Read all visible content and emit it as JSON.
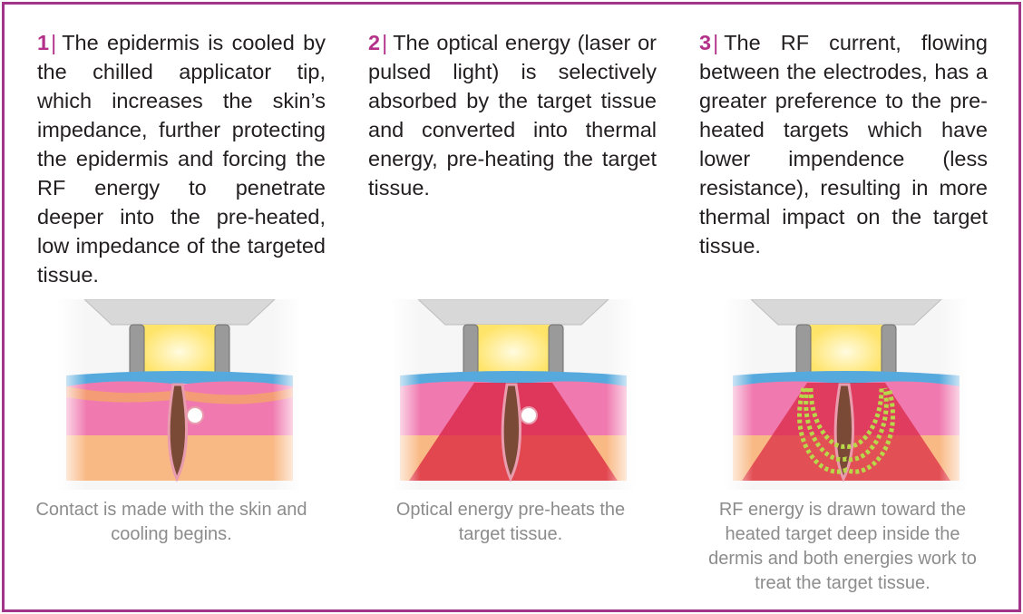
{
  "steps": [
    {
      "number": "1",
      "text": "The epidermis is cooled by the chilled applicator tip, which increases the skin’s impedance, further protecting the epidermis and  forcing the RF energy to penetrate deeper into the pre-heated, low impedance of the targeted tissue.",
      "caption": "Contact is made with the skin and cooling begins."
    },
    {
      "number": "2",
      "text": "The optical energy (laser or pulsed light) is selectively absorbed by the target tissue and converted into thermal energy, pre-heating the target tissue.",
      "caption": "Optical energy pre-heats the target tissue."
    },
    {
      "number": "3",
      "text": "The RF current, flowing between the electrodes, has a greater preference to the pre-heated targets which have lower impendence (less resistance), resulting in more thermal impact on the target tissue.",
      "caption": "RF energy is drawn toward the heated target deep inside the dermis and both energies work to treat the target tissue."
    }
  ],
  "colors": {
    "border": "#a0358a",
    "accent": "#b4318a",
    "caption": "#8c8c8c",
    "epidermis": "#f07ab0",
    "subcutis": "#f9b985",
    "cooling": "#56a9dd",
    "heat": "#d9223f",
    "rf_arcs": "#b8d84a"
  }
}
